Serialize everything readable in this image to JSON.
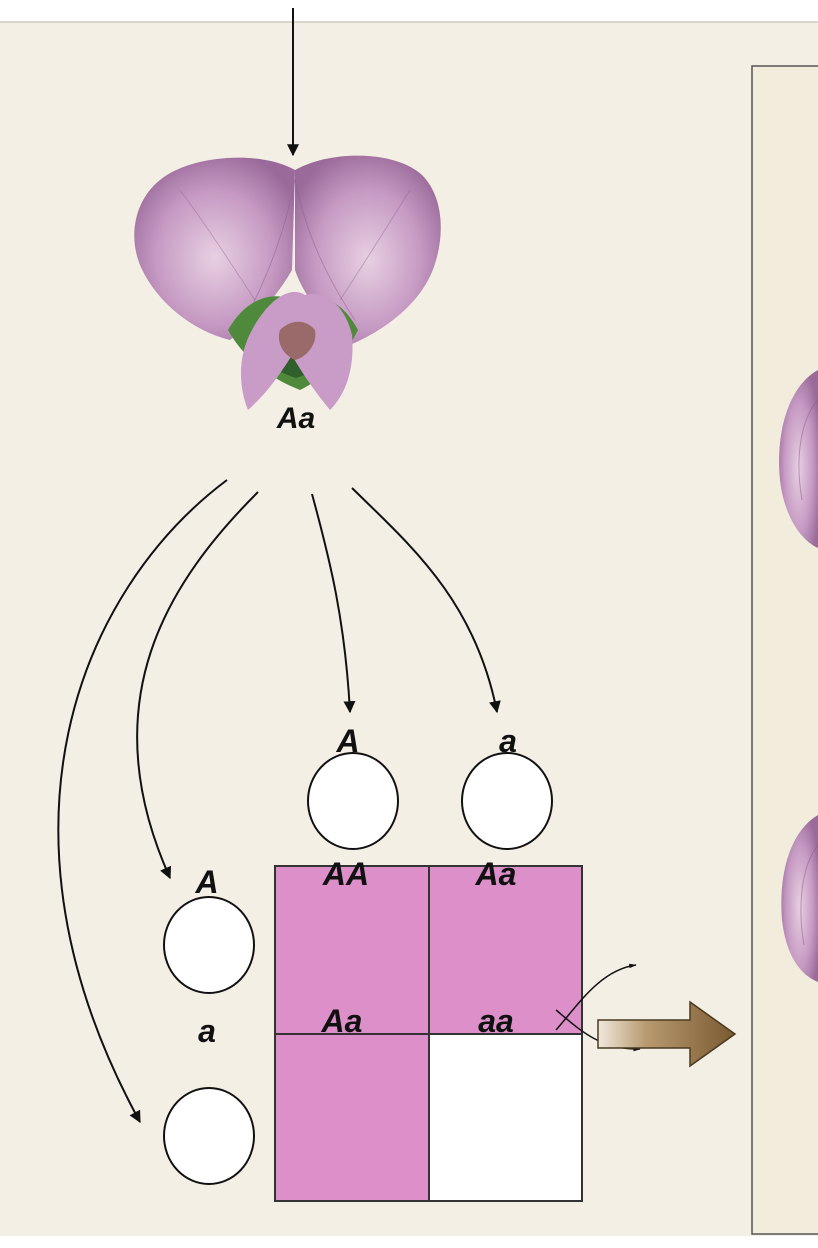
{
  "parent": {
    "genotype": "Aa"
  },
  "gametes_top": [
    "A",
    "a"
  ],
  "gametes_left": [
    "A",
    "a"
  ],
  "punnett": {
    "cells": [
      {
        "genotype": "AA",
        "phenotype": "purple"
      },
      {
        "genotype": "Aa",
        "phenotype": "purple"
      },
      {
        "genotype": "Aa",
        "phenotype": "purple"
      },
      {
        "genotype": "aa",
        "phenotype": "white"
      }
    ]
  },
  "colors": {
    "background": "#f4efe4",
    "purple_cell": "#dd8fc9",
    "white_cell": "#ffffff",
    "arrow_brown": "#8a6a3e",
    "petal": "#b58ab5"
  }
}
